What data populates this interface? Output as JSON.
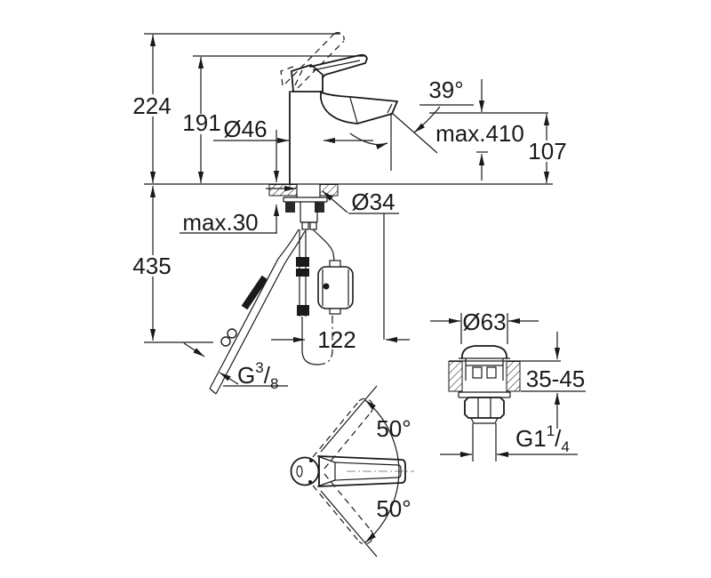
{
  "colors": {
    "line": "#1a1a1a",
    "background": "#ffffff"
  },
  "main_view": {
    "overall_height": "224",
    "spout_tip_height": "191",
    "body_diameter": "Ø46",
    "spout_angle": "39°",
    "max_reach": "max.410",
    "outlet_height": "107",
    "shank_diameter": "Ø34",
    "max_deck_thickness": "max.30",
    "supply_hose_length": "435",
    "hose_offset": "122",
    "supply_thread": {
      "prefix": "G",
      "numerator": "3",
      "slash": "/",
      "denominator": "8"
    }
  },
  "waste_view": {
    "flange_diameter": "Ø63",
    "deck_thickness_range": "35-45",
    "waste_thread": {
      "prefix": "G1",
      "numerator": "1",
      "slash": "/",
      "denominator": "4"
    }
  },
  "top_view": {
    "handle_swing_up": "50°",
    "handle_swing_down": "50°"
  }
}
